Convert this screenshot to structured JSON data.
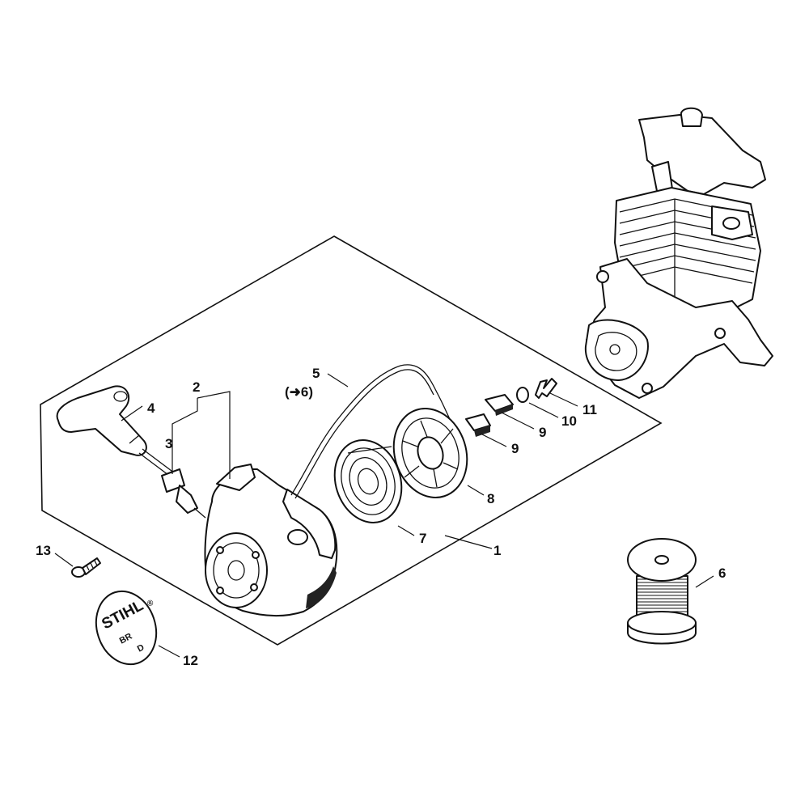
{
  "callouts": {
    "c1": "1",
    "c2": "2",
    "c3": "3",
    "c4": "4",
    "c5": "5",
    "c5_ref": "(➜6)",
    "c6": "6",
    "c7": "7",
    "c8": "8",
    "c9a": "9",
    "c9b": "9",
    "c10": "10",
    "c11": "11",
    "c12": "12",
    "c13": "13"
  },
  "badge": {
    "brand": "STIHL",
    "mark": "®",
    "model_a": "BR",
    "model_b": "D"
  }
}
